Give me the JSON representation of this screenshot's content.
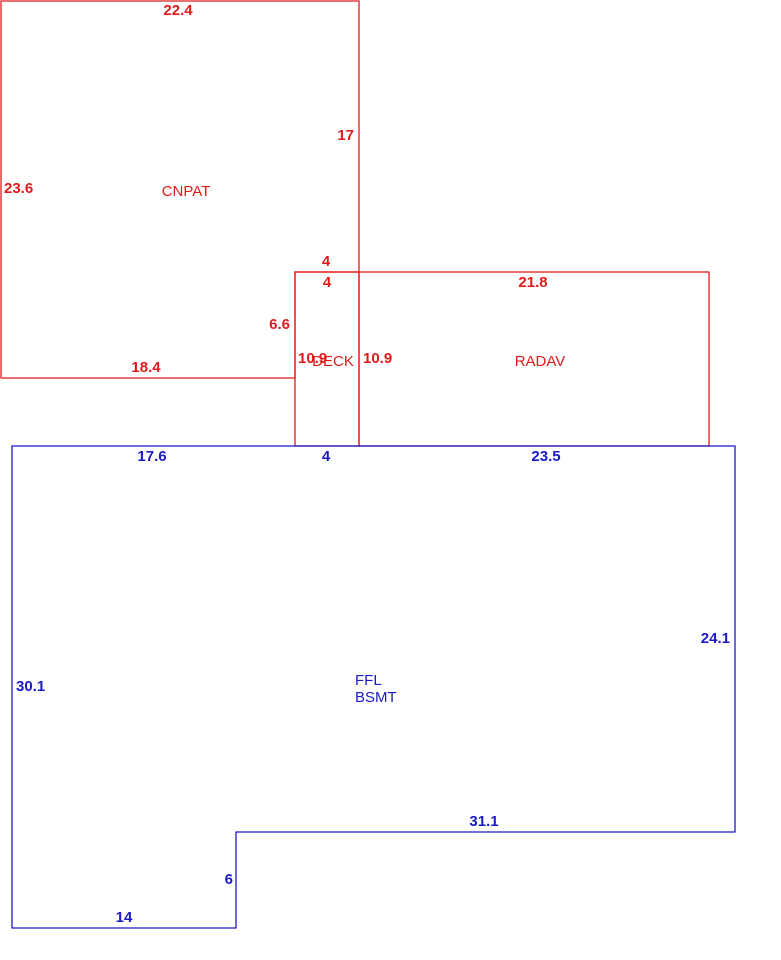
{
  "colors": {
    "upper": "#e01b1b",
    "lower": "#1a1ac8",
    "background": "#ffffff"
  },
  "areas": {
    "cnpat": {
      "name": "CNPAT",
      "dims": {
        "top": "22.4",
        "left": "23.6",
        "right": "17",
        "bottom": "18.4",
        "step_top": "4",
        "step_side": "6.6"
      }
    },
    "deck": {
      "name": "DECK",
      "dims": {
        "top": "4",
        "left": "10.9"
      }
    },
    "radav": {
      "name": "RADAV",
      "dims": {
        "top": "21.8",
        "left": "10.9"
      }
    },
    "ffl_bsmt": {
      "name_line1": "FFL",
      "name_line2": "BSMT",
      "dims": {
        "top_left": "17.6",
        "top_mid": "4",
        "top_right": "23.5",
        "right": "24.1",
        "left": "30.1",
        "step_bottom": "31.1",
        "step_side": "6",
        "bottom": "14"
      }
    }
  }
}
